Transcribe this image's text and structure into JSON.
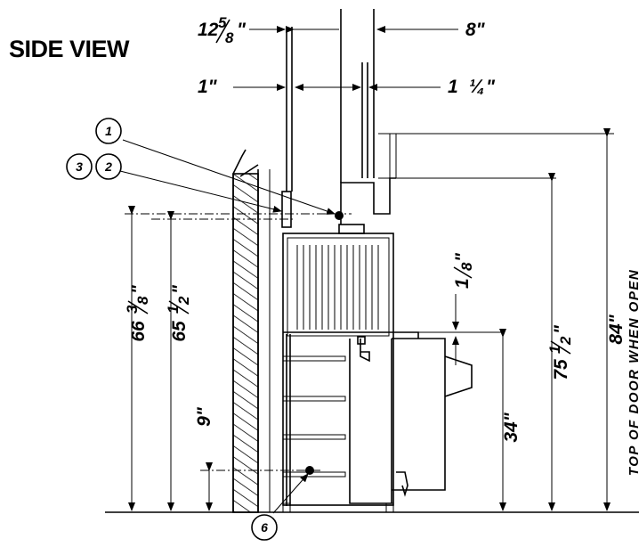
{
  "title": "SIDE VIEW",
  "dimensions": {
    "top_width_whole": "12",
    "top_width_frac": "5",
    "top_width_den": "8",
    "top_width_unit": "\"",
    "offset_right": "8\"",
    "offset_left_small": "1\"",
    "offset_right_small_whole": "1",
    "offset_right_small_frac": "¼",
    "offset_right_small_unit": "\"",
    "height_door_open": "84\"",
    "height_hood_whole": "75",
    "height_hood_frac": "1",
    "height_hood_den": "2",
    "height_hood_unit": "\"",
    "height_inlet_whole": "66",
    "height_inlet_frac": "3",
    "height_inlet_den": "8",
    "height_inlet_unit": "\"",
    "height_valve_whole": "65",
    "height_valve_frac": "1",
    "height_valve_den": "2",
    "height_valve_unit": "\"",
    "height_drain": "9\"",
    "height_table": "34\"",
    "gap_small_whole": "1",
    "gap_small_den": "8",
    "gap_small_unit": "\""
  },
  "callouts": [
    "1",
    "3",
    "2",
    "6"
  ],
  "note": "TOP OF DOOR WHEN OPEN"
}
